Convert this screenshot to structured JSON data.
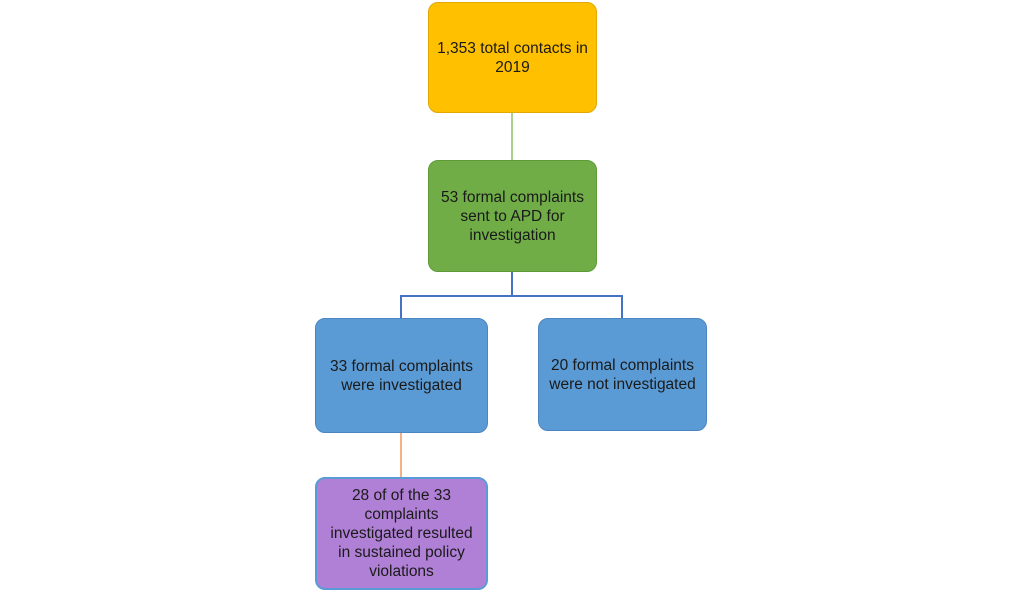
{
  "diagram": {
    "nodes": {
      "total_contacts": {
        "text": "1,353 total contacts in 2019",
        "color": "#ffc000"
      },
      "formal_complaints": {
        "text": "53 formal complaints sent to APD for investigation",
        "color": "#70ad47"
      },
      "investigated": {
        "text": "33 formal complaints were investigated",
        "color": "#5b9bd5"
      },
      "not_investigated": {
        "text": "20 formal complaints were not investigated",
        "color": "#5b9bd5"
      },
      "sustained": {
        "text": "28 of of the 33 complaints investigated resulted in sustained policy violations",
        "color": "#b07fd6"
      }
    },
    "connector_colors": {
      "total_to_formal": "#a9d18e",
      "formal_to_split": "#4472c4",
      "investigated_to_sustained": "#f4b183"
    }
  }
}
